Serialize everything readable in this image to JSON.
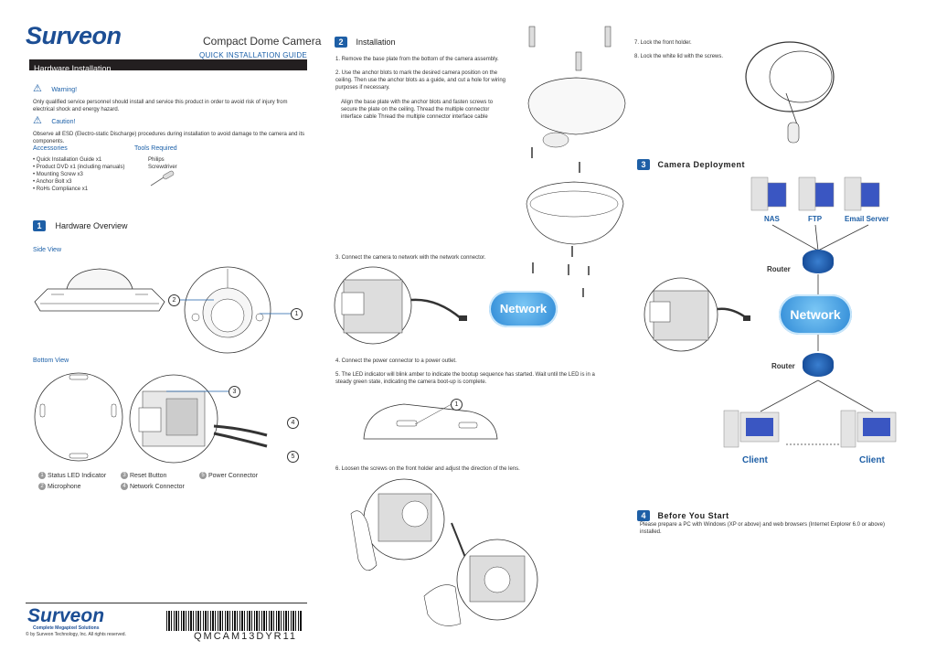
{
  "brand": {
    "logo": "Surveon",
    "tagline": "Complete Megapixel Solutions",
    "copyright": "© by Surveon Technology, Inc. All rights reserved."
  },
  "header": {
    "title": "Compact  Dome Camera",
    "subtitle": "QUICK INSTALLATION GUIDE",
    "bar": "Hardware Installation"
  },
  "warning": {
    "title": "Warning!",
    "text": "Only qualified service personnel should install and service this product in order to avoid risk of injury from electrical shock and energy hazard."
  },
  "caution": {
    "title": "Caution!",
    "text": "Observe all ESD (Electro-static Discharge) procedures during installation to avoid damage to the camera and its components."
  },
  "accessories": {
    "title": "Accessories",
    "items": [
      "Quick Installation Guide x1",
      "Product DVD x1 (including manuals)",
      "Mounting Screw x3",
      "Anchor Bolt x3",
      "RoHs Compliance x1"
    ]
  },
  "tools": {
    "title": "Tools Required",
    "item": "Philips Screwdriver"
  },
  "section1": {
    "num": "1",
    "title": "Hardware Overview",
    "side": "Side View",
    "bottom": "Bottom View"
  },
  "legend": [
    {
      "n": "1",
      "label": "Status LED Indicator"
    },
    {
      "n": "2",
      "label": "Microphone"
    },
    {
      "n": "3",
      "label": "Reset Button"
    },
    {
      "n": "4",
      "label": "Network Connector"
    },
    {
      "n": "5",
      "label": "Power Connector"
    }
  ],
  "callouts": [
    "1",
    "2",
    "3",
    "4",
    "5"
  ],
  "barcode": "QMCAM13DYR11",
  "section2": {
    "num": "2",
    "title": "Installation",
    "step1": "1. Remove the base plate from the bottom of the camera assembly.",
    "step2": "2. Use the anchor blots to mark the desired camera position on the ceiling. Then use the anchor blots as a guide, and cut a hole for wiring purposes if necessary.",
    "step2b": "Align the base plate with the anchor blots and fasten screws to secure the plate on the ceiling. Thread the multiple connector interface cable Thread the multiple connector interface cable",
    "step3": "3. Connect the camera to network with the network connector.",
    "step4": "4. Connect the power connector to a power outlet.",
    "step5": "5. The LED indicator will blink amber to indicate the bootup sequence has started. Wait until the LED is in a steady green state, indicating the camera boot-up is complete.",
    "step6": "6. Loosen the screws on the front holder and adjust the direction of the lens.",
    "network": "Network"
  },
  "right": {
    "step7": "7. Lock the front holder.",
    "step8": "8. Lock the white lid with the screws."
  },
  "section3": {
    "num": "3",
    "title": "Camera  Deployment",
    "nas": "NAS",
    "ftp": "FTP",
    "email": "Email Server",
    "router": "Router",
    "network": "Network",
    "client": "Client"
  },
  "section4": {
    "num": "4",
    "title": "Before  You  Start",
    "text": "Please prepare a PC with Windows (XP or above) and web browsers (Internet Explorer 6.0 or above) installed."
  }
}
